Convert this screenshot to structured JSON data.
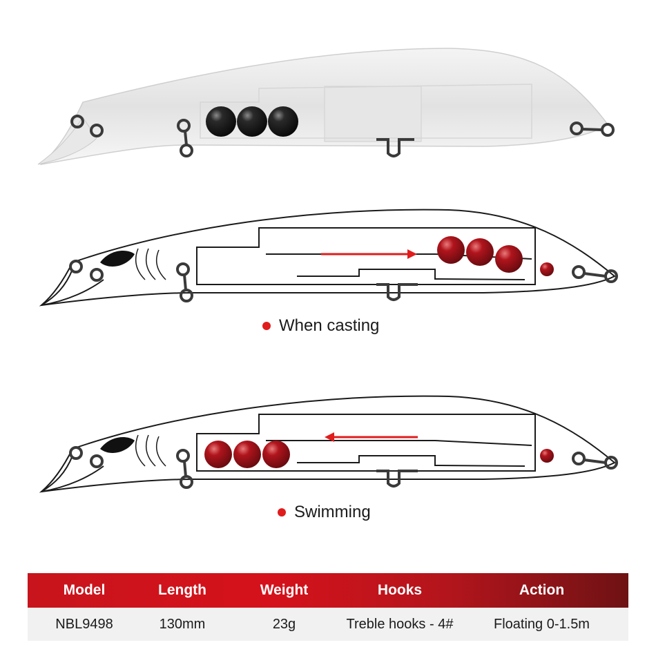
{
  "captions": {
    "casting": "When casting",
    "swimming": "Swimming"
  },
  "colors": {
    "accent_red": "#e01c1c",
    "ball_red": "#b0141c",
    "ball_black": "#1a1a1a",
    "header_gradient_start": "#c8141c",
    "header_gradient_end": "#6e1214"
  },
  "specs": {
    "headers": [
      "Model",
      "Length",
      "Weight",
      "Hooks",
      "Action"
    ],
    "row": [
      "NBL9498",
      "130mm",
      "23g",
      "Treble hooks - 4#",
      "Floating 0-1.5m"
    ]
  }
}
